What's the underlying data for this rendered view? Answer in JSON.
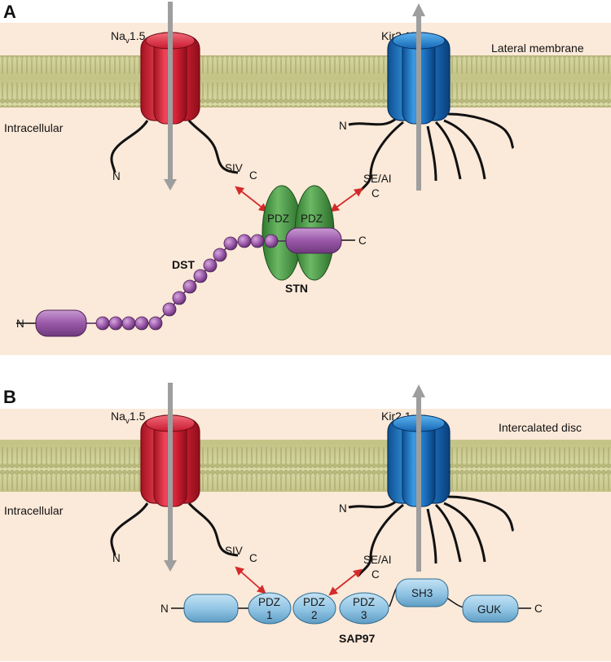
{
  "panel_a": {
    "letter": "A",
    "channel_left": {
      "name": "Na",
      "sub": "v",
      "suffix": "1.5",
      "n": "N",
      "c": "C",
      "motif": "SIV"
    },
    "channel_right": {
      "name": "Kir2.1",
      "n": "N",
      "c": "C",
      "motif": "SE/AI"
    },
    "membrane_label": "Lateral membrane",
    "intracellular_label": "Intracellular",
    "stn": {
      "name": "STN",
      "pdz1": "PDZ",
      "pdz2": "PDZ",
      "c": "C"
    },
    "dst": {
      "name": "DST",
      "n": "N"
    }
  },
  "panel_b": {
    "letter": "B",
    "channel_left": {
      "name": "Na",
      "sub": "v",
      "suffix": "1.5",
      "n": "N",
      "c": "C",
      "motif": "SIV"
    },
    "channel_right": {
      "name": "Kir2.1",
      "n": "N",
      "c": "C",
      "motif": "SE/AI"
    },
    "membrane_label": "Intercalated disc",
    "intracellular_label": "Intracellular",
    "sap97": {
      "name": "SAP97",
      "n": "N",
      "c": "C",
      "domains": [
        {
          "line1": "PDZ",
          "line2": "1"
        },
        {
          "line1": "PDZ",
          "line2": "2"
        },
        {
          "line1": "PDZ",
          "line2": "3"
        },
        {
          "line1": "SH3",
          "line2": ""
        },
        {
          "line1": "GUK",
          "line2": ""
        }
      ]
    }
  },
  "colors": {
    "background": "#fbe9d9",
    "membrane": "#c9c98e",
    "nav_red": "#d8283a",
    "kir_blue": "#1a73bf",
    "pdz_green": "#3c8c3a",
    "dst_purple": "#9a57a8",
    "sap97_blue": "#8fc3e3",
    "arrow_red": "#d42a2a",
    "ion_arrow": "#a0a0a0"
  }
}
